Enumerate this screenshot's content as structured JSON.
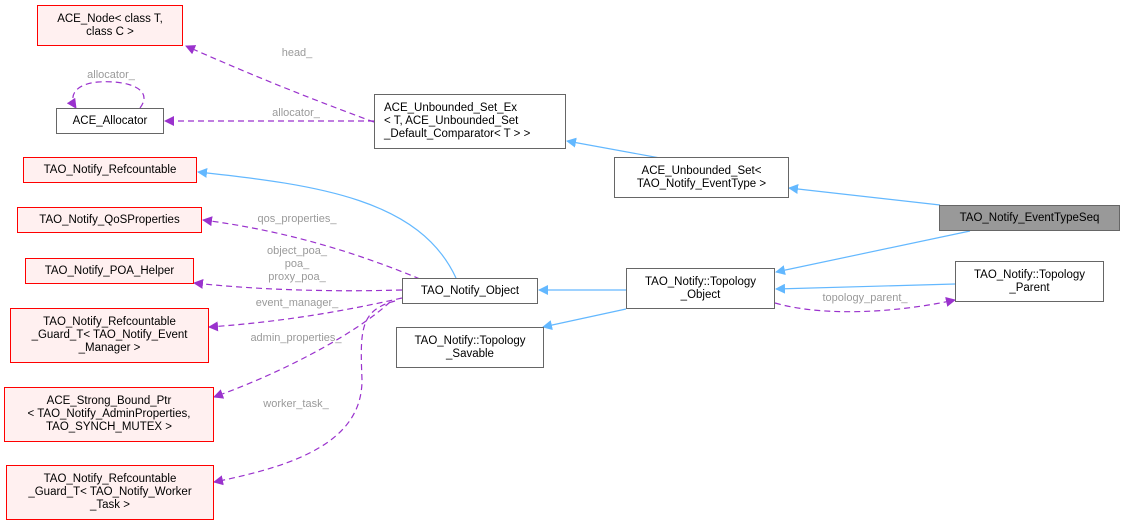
{
  "diagram": {
    "title": "TAO_Notify_EventTypeSeq collaboration graph",
    "colors": {
      "inheritance_edge": "#63b8ff",
      "usage_edge": "#9a32cd",
      "external_node_border": "#ff0000",
      "external_node_fill": "#fff0f0",
      "focus_node_fill": "#999999",
      "label_text": "#9a9a9a"
    },
    "nodes": [
      {
        "id": "ace_node",
        "label": "ACE_Node< class T,\nclass C >",
        "kind": "ext"
      },
      {
        "id": "ace_allocator",
        "label": "ACE_Allocator",
        "kind": "normal"
      },
      {
        "id": "ace_unbounded_set_ex",
        "label": "ACE_Unbounded_Set_Ex\n< T, ACE_Unbounded_Set\n_Default_Comparator< T > >",
        "kind": "normal"
      },
      {
        "id": "ace_unbounded_set",
        "label": "ACE_Unbounded_Set<\nTAO_Notify_EventType >",
        "kind": "normal"
      },
      {
        "id": "event_type_seq",
        "label": "TAO_Notify_EventTypeSeq",
        "kind": "focus"
      },
      {
        "id": "refcountable",
        "label": "TAO_Notify_Refcountable",
        "kind": "ext"
      },
      {
        "id": "qos_properties",
        "label": "TAO_Notify_QoSProperties",
        "kind": "ext"
      },
      {
        "id": "poa_helper",
        "label": "TAO_Notify_POA_Helper",
        "kind": "ext"
      },
      {
        "id": "guard_event_manager",
        "label": "TAO_Notify_Refcountable\n_Guard_T< TAO_Notify_Event\n_Manager >",
        "kind": "ext"
      },
      {
        "id": "strong_bound_ptr",
        "label": "ACE_Strong_Bound_Ptr\n< TAO_Notify_AdminProperties,\nTAO_SYNCH_MUTEX >",
        "kind": "ext"
      },
      {
        "id": "guard_worker_task",
        "label": "TAO_Notify_Refcountable\n_Guard_T< TAO_Notify_Worker\n_Task >",
        "kind": "ext"
      },
      {
        "id": "notify_object",
        "label": "TAO_Notify_Object",
        "kind": "normal"
      },
      {
        "id": "topology_savable",
        "label": "TAO_Notify::Topology\n_Savable",
        "kind": "normal"
      },
      {
        "id": "topology_object",
        "label": "TAO_Notify::Topology\n_Object",
        "kind": "normal"
      },
      {
        "id": "topology_parent",
        "label": "TAO_Notify::Topology\n_Parent",
        "kind": "normal"
      }
    ],
    "edge_labels": {
      "head": "head_",
      "allocator_self": "allocator_",
      "allocator": "allocator_",
      "qos_properties": "qos_properties_",
      "poa": "object_poa_\npoa_\nproxy_poa_",
      "event_manager": "event_manager_",
      "admin_properties": "admin_properties_",
      "worker_task": "worker_task_",
      "topology_parent": "topology_parent_"
    },
    "edges": [
      {
        "from": "ace_unbounded_set_ex",
        "to": "ace_node",
        "type": "usage",
        "label": "head"
      },
      {
        "from": "ace_allocator",
        "to": "ace_allocator",
        "type": "usage",
        "label": "allocator_self"
      },
      {
        "from": "ace_unbounded_set_ex",
        "to": "ace_allocator",
        "type": "usage",
        "label": "allocator"
      },
      {
        "from": "ace_unbounded_set",
        "to": "ace_unbounded_set_ex",
        "type": "inheritance"
      },
      {
        "from": "event_type_seq",
        "to": "ace_unbounded_set",
        "type": "inheritance"
      },
      {
        "from": "event_type_seq",
        "to": "topology_object",
        "type": "inheritance"
      },
      {
        "from": "notify_object",
        "to": "refcountable",
        "type": "inheritance"
      },
      {
        "from": "notify_object",
        "to": "qos_properties",
        "type": "usage",
        "label": "qos_properties"
      },
      {
        "from": "notify_object",
        "to": "poa_helper",
        "type": "usage",
        "label": "poa"
      },
      {
        "from": "notify_object",
        "to": "guard_event_manager",
        "type": "usage",
        "label": "event_manager"
      },
      {
        "from": "notify_object",
        "to": "strong_bound_ptr",
        "type": "usage",
        "label": "admin_properties"
      },
      {
        "from": "notify_object",
        "to": "guard_worker_task",
        "type": "usage",
        "label": "worker_task"
      },
      {
        "from": "topology_object",
        "to": "notify_object",
        "type": "inheritance"
      },
      {
        "from": "topology_object",
        "to": "topology_savable",
        "type": "inheritance"
      },
      {
        "from": "topology_parent",
        "to": "topology_object",
        "type": "inheritance"
      },
      {
        "from": "topology_object",
        "to": "topology_parent",
        "type": "usage",
        "label": "topology_parent"
      }
    ]
  }
}
